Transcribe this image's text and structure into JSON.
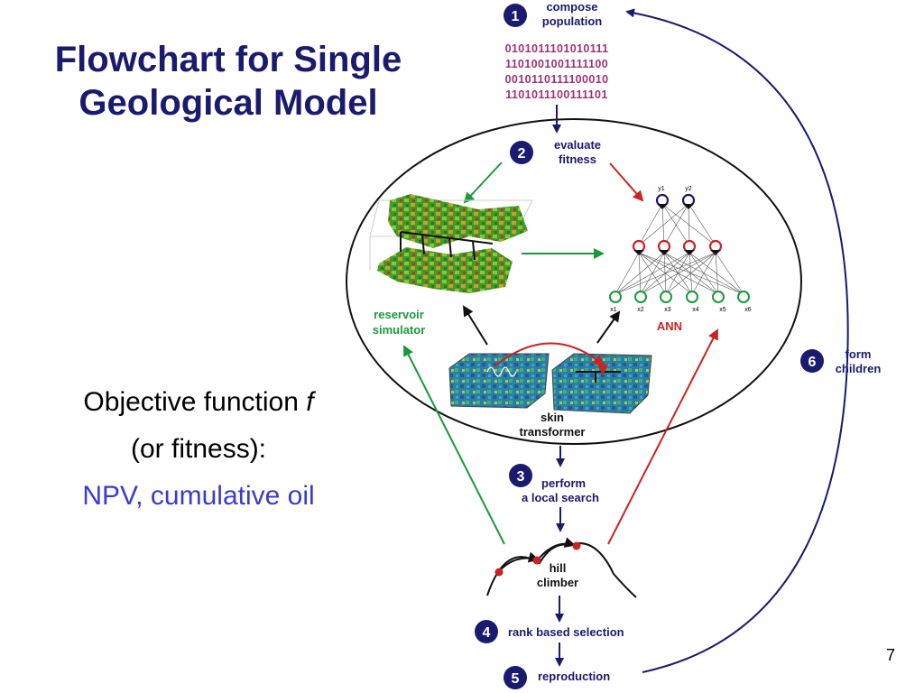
{
  "title": {
    "line1": "Flowchart for Single",
    "line2": "Geological Model"
  },
  "objective": {
    "line1_text": "Objective function ",
    "line1_var": "f",
    "line2": "(or fitness):",
    "line3": "NPV, cumulative oil"
  },
  "page_number": "7",
  "steps": [
    {
      "num": "1",
      "line1": "compose",
      "line2": "population"
    },
    {
      "num": "2",
      "line1": "evaluate",
      "line2": "fitness"
    },
    {
      "num": "3",
      "line1": "perform",
      "line2": "a local search"
    },
    {
      "num": "4",
      "line1": "rank based selection"
    },
    {
      "num": "5",
      "line1": "reproduction"
    },
    {
      "num": "6",
      "line1": "form",
      "line2": "children"
    }
  ],
  "population_bits": [
    "0101011101010111",
    "1101001001111100",
    "0010110111100010",
    "1101011100111101"
  ],
  "labels": {
    "reservoir_line1": "reservoir",
    "reservoir_line2": "simulator",
    "ann": "ANN",
    "skin_line1": "skin",
    "skin_line2": "transformer",
    "hill_line1": "hill",
    "hill_line2": "climber"
  },
  "ann": {
    "outputs": [
      "y1",
      "y2"
    ],
    "inputs": [
      "x1",
      "x2",
      "x3",
      "x4",
      "x5",
      "x6"
    ]
  },
  "colors": {
    "navy": "#1a1a6e",
    "green_arrow": "#1a9a3a",
    "red_arrow": "#cc2222",
    "bits": "#a0336a",
    "objective_highlight": "#3a3ad0"
  }
}
